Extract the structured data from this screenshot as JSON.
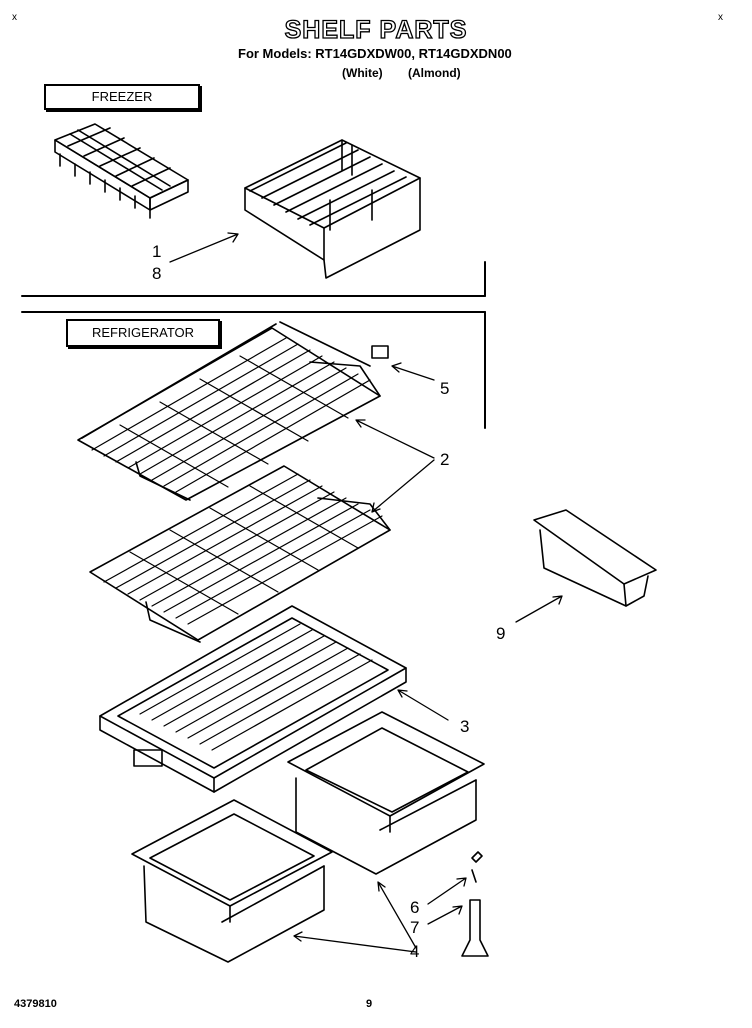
{
  "header": {
    "title": "SHELF PARTS",
    "models_line": "For Models: RT14GDXDW00, RT14GDXDN00",
    "white": "(White)",
    "almond": "(Almond)"
  },
  "sections": {
    "freezer": "FREEZER",
    "refrigerator": "REFRIGERATOR"
  },
  "callouts": [
    "1",
    "8",
    "5",
    "2",
    "9",
    "3",
    "6",
    "7",
    "4"
  ],
  "footer": {
    "part_number": "4379810",
    "page": "9"
  },
  "corner_marks": {
    "top_left": "x",
    "top_right": "x"
  }
}
